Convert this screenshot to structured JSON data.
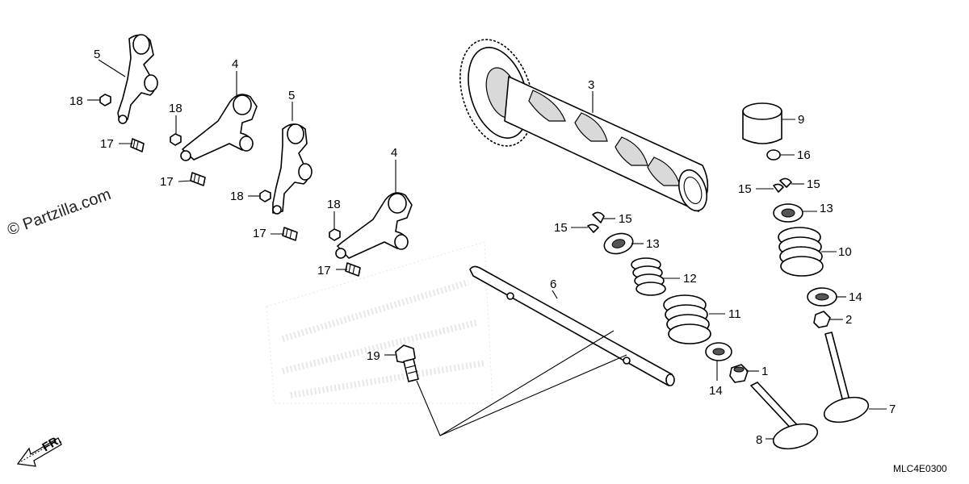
{
  "watermark": "© Partzilla.com",
  "drawing_code": "MLC4E0300",
  "front_indicator": "FR.",
  "callouts": {
    "c1": "1",
    "c2": "2",
    "c3": "3",
    "c4a": "4",
    "c4b": "4",
    "c5a": "5",
    "c5b": "5",
    "c6": "6",
    "c7": "7",
    "c8": "8",
    "c9": "9",
    "c10": "10",
    "c11": "11",
    "c12": "12",
    "c13a": "13",
    "c13b": "13",
    "c14a": "14",
    "c14b": "14",
    "c15a": "15",
    "c15b": "15",
    "c15c": "15",
    "c15d": "15",
    "c16": "16",
    "c17a": "17",
    "c17b": "17",
    "c17c": "17",
    "c17d": "17",
    "c18a": "18",
    "c18b": "18",
    "c18c": "18",
    "c18d": "18",
    "c19": "19"
  },
  "colors": {
    "line": "#000000",
    "background": "#ffffff",
    "brand_watermark": "#c8c8c8"
  }
}
